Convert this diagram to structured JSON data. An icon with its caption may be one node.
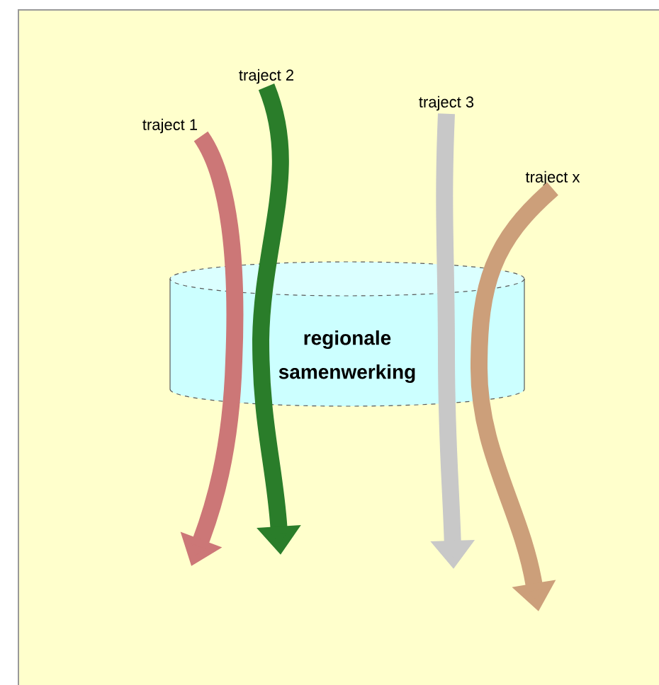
{
  "diagram": {
    "nodes": [
      {
        "text": [
          "regionale samenwerking"
        ]
      },
      {
        "text": [
          "traject 1"
        ]
      },
      {
        "text": [
          "traject 2"
        ]
      },
      {
        "text": [
          "traject 3"
        ]
      },
      {
        "text": [
          "traject x"
        ]
      }
    ],
    "edges": [
      {
        "from": 1,
        "to": null,
        "arrow": "to",
        "color": "#cc7777"
      },
      {
        "from": 2,
        "to": null,
        "arrow": "to",
        "color": "#2a7d2a"
      },
      {
        "from": 3,
        "to": null,
        "arrow": "to",
        "color": "#c8c8c8"
      },
      {
        "from": 4,
        "to": null,
        "arrow": "to",
        "color": "#cc9f7a"
      }
    ]
  }
}
